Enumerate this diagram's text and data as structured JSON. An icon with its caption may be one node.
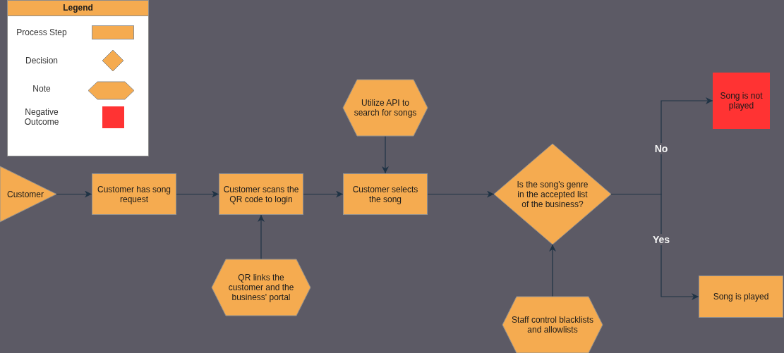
{
  "diagram": {
    "nodes": [
      {
        "text": [
          "Customer"
        ]
      },
      {
        "text": [
          "Customer has song request"
        ]
      },
      {
        "text": [
          "Customer scans the QR code to login"
        ]
      },
      {
        "text": [
          "QR links the customer and the business' portal"
        ]
      },
      {
        "text": [
          "Utilize API to search for songs"
        ]
      },
      {
        "text": [
          "Customer selects the song"
        ]
      },
      {
        "text": [
          "Is the song's genre in the accepted list of the business?"
        ]
      },
      {
        "text": [
          "Staff control blacklists and allowlists"
        ]
      },
      {
        "text": [
          "Song is not played"
        ]
      },
      {
        "text": [
          "Song is played"
        ]
      }
    ],
    "edges": [
      {
        "from": 0,
        "to": 1,
        "arrow": "to"
      },
      {
        "from": 1,
        "to": 2,
        "arrow": "to"
      },
      {
        "from": 3,
        "to": 2,
        "arrow": "to"
      },
      {
        "from": 2,
        "to": 5,
        "arrow": "to"
      },
      {
        "from": 4,
        "to": 5,
        "arrow": "to"
      },
      {
        "from": 5,
        "to": 6,
        "arrow": "to"
      },
      {
        "from": 6,
        "to": 8,
        "arrow": "to",
        "label": "No"
      },
      {
        "from": 6,
        "to": 9,
        "arrow": "to",
        "label": "Yes"
      },
      {
        "from": 7,
        "to": 6,
        "arrow": "to"
      }
    ],
    "labels": [
      "Legend"
    ],
    "legend": [
      {
        "text": "Process Step",
        "color": "#f5ab50"
      },
      {
        "text": "Decision"
      },
      {
        "text": "Note"
      },
      {
        "text": "Negative Outcome",
        "color": "#ff3333"
      }
    ]
  }
}
